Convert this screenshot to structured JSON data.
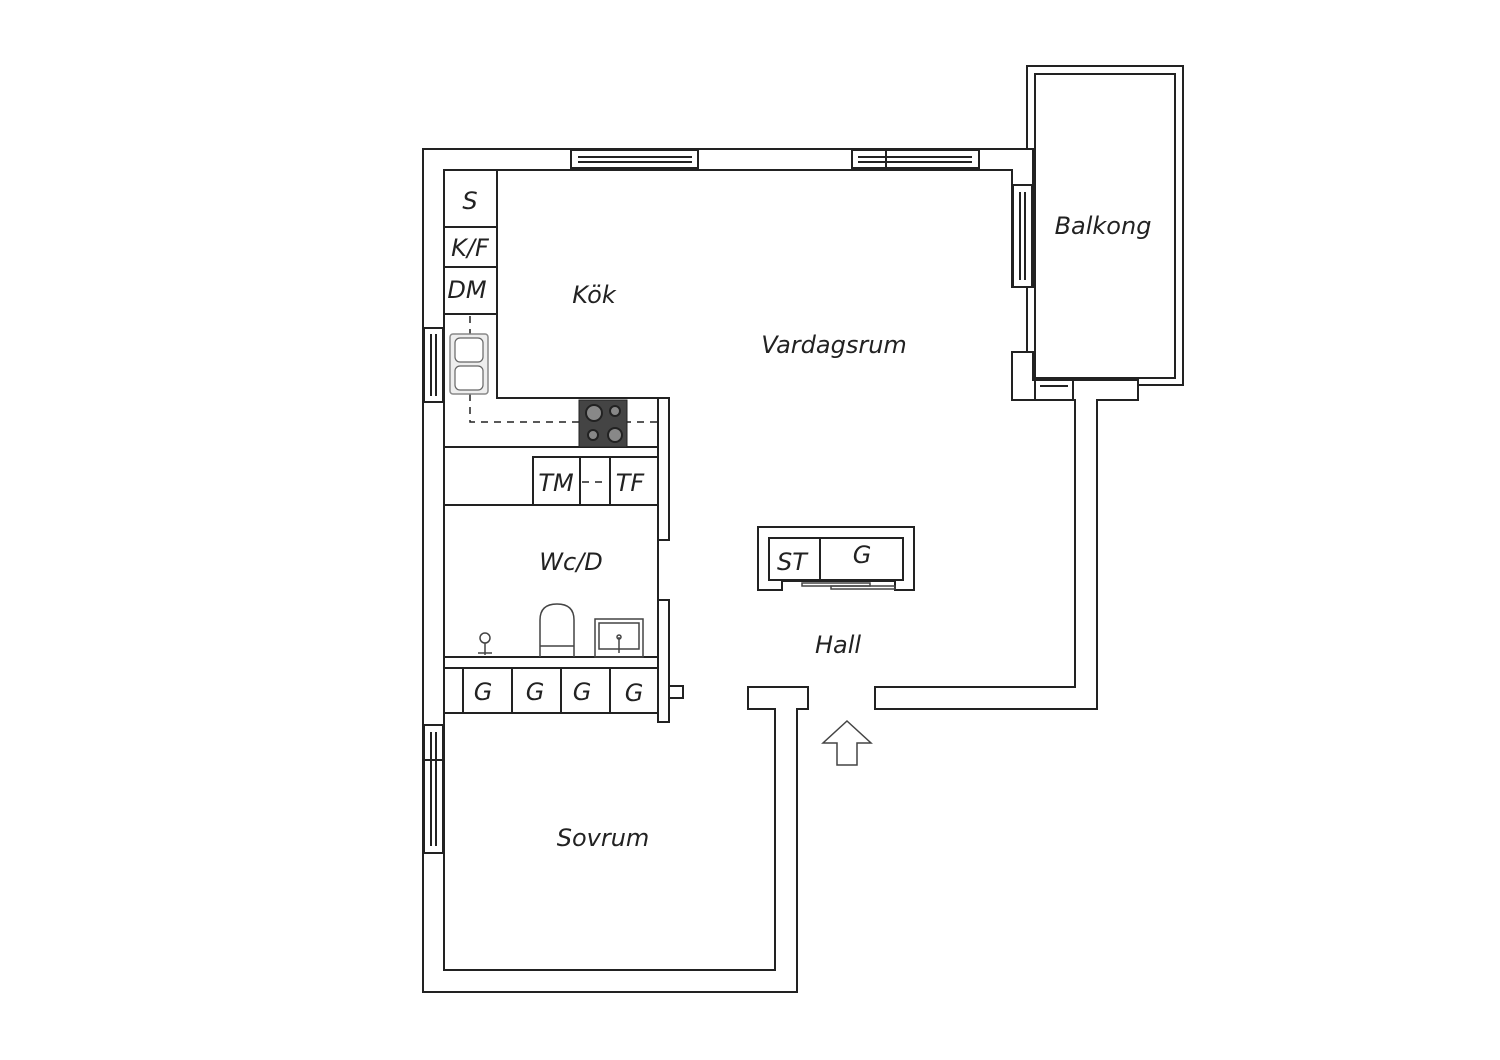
{
  "rooms": {
    "kitchen": "Kök",
    "living": "Vardagsrum",
    "balcony": "Balkong",
    "wc": "Wc/D",
    "hall": "Hall",
    "bedroom": "Sovrum"
  },
  "fixtures": {
    "s": "S",
    "kf": "K/F",
    "dm": "DM",
    "tm": "TM",
    "tf": "TF",
    "st": "ST",
    "hall_g": "G",
    "wardrobes": [
      "G",
      "G",
      "G",
      "G"
    ]
  },
  "colors": {
    "line": "#222222",
    "stove": "#444444"
  }
}
